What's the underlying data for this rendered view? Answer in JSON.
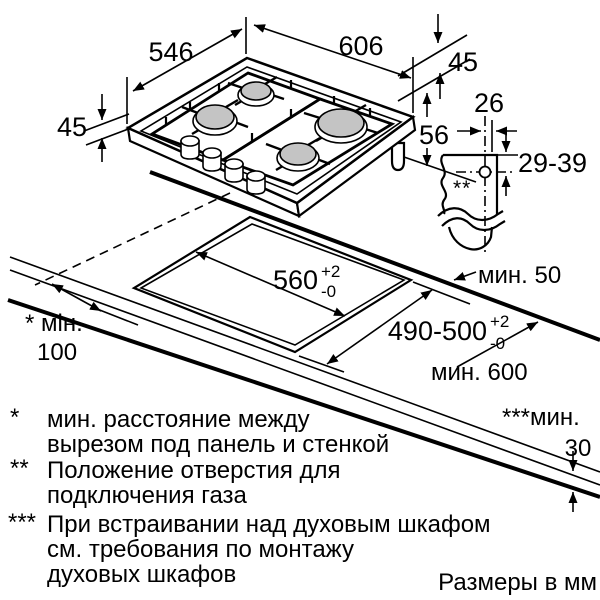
{
  "units_note": "Размеры в мм",
  "dims": {
    "width": "606",
    "depth": "546",
    "rim_left": "45",
    "rim_right": "45",
    "body": "56",
    "hole_offset": "26",
    "hole_range": "29-39",
    "section_mark": "**",
    "cut_width": "560",
    "cut_width_plus": "+2",
    "cut_width_minus": "-0",
    "cut_depth": "490-500",
    "cut_depth_plus": "+2",
    "cut_depth_minus": "-0",
    "min_front": "мин. 50",
    "min_side_line1": "* мін.",
    "min_side_line2": "100",
    "min_worktop": "мин. 600",
    "min_below_line1": "***мин.",
    "min_below_line2": "30"
  },
  "footnotes": [
    {
      "sym": "*",
      "lines": [
        "мин. расстояние между",
        "вырезом под панель и стенкой"
      ]
    },
    {
      "sym": "**",
      "lines": [
        "Положение отверстия для",
        "подключения газа"
      ]
    },
    {
      "sym": "***",
      "lines": [
        "При встраивании над духовым шкафом",
        "см. требования по монтажу",
        "духовых шкафов"
      ]
    }
  ],
  "colors": {
    "ink": "#000000",
    "burner_fill": "#c4c4c4",
    "background": "#ffffff"
  }
}
